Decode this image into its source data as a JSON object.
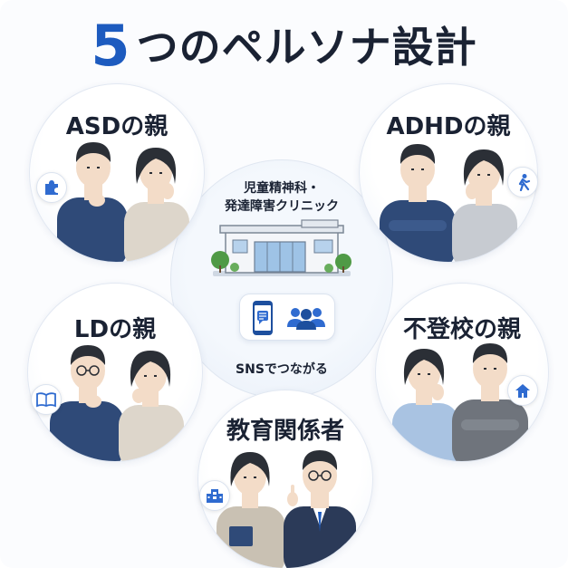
{
  "title": {
    "number": "5",
    "rest": "つのペルソナ設計"
  },
  "personas": {
    "asd": {
      "label": "ASDの親",
      "icon": "puzzle-icon"
    },
    "adhd": {
      "label": "ADHDの親",
      "icon": "running-person-icon"
    },
    "ld": {
      "label": "LDの親",
      "icon": "book-icon"
    },
    "futoko": {
      "label": "不登校の親",
      "icon": "house-icon"
    },
    "educators": {
      "label": "教育関係者",
      "icon": "school-building-icon"
    }
  },
  "hub": {
    "clinic_line1": "児童精神科・",
    "clinic_line2": "発達障害クリニック",
    "sns_label": "SNSでつながる"
  },
  "colors": {
    "accent": "#1d5bbf",
    "text": "#1a2233",
    "connector": "#2f63b8",
    "navy_clothing": "#2f4a78",
    "beige_clothing": "#ddd6cb",
    "gray_clothing": "#6f747c",
    "skin": "#f3dcc8",
    "hair": "#2b2f36"
  }
}
